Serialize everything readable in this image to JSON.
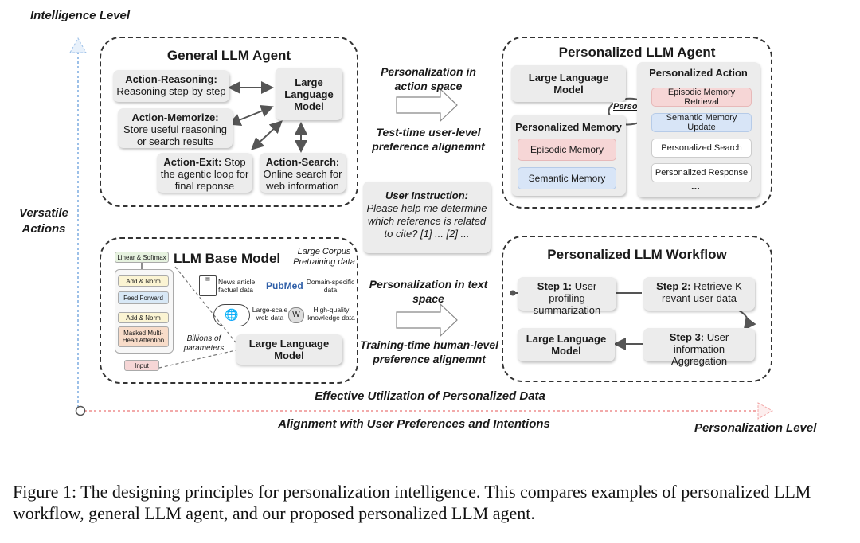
{
  "axes": {
    "y_label": "Intelligence Level",
    "x_label": "Personalization Level",
    "versatile": [
      "Versatile",
      "Actions"
    ],
    "bottom_line1": "Effective Utilization of Personalized Data",
    "bottom_line2": "Alignment with User Preferences and Intentions"
  },
  "general_agent": {
    "title": "General LLM Agent",
    "llm": "Large Language Model",
    "reasoning": {
      "name": "Action-Reasoning:",
      "desc": "Reasoning step-by-step"
    },
    "memorize": {
      "name": "Action-Memorize:",
      "desc": "Store useful reasoning or search results"
    },
    "exit": {
      "name": "Action-Exit:",
      "desc": "Stop the agentic loop for final reponse"
    },
    "search": {
      "name": "Action-Search:",
      "desc": "Online search for web information"
    }
  },
  "personalized_agent": {
    "title": "Personalized LLM Agent",
    "llm": "Large Language Model",
    "persona": "Persona",
    "memory_title": "Personalized Memory",
    "episodic": "Episodic Memory",
    "semantic": "Semantic Memory",
    "action_title": "Personalized Action",
    "actions": [
      "Episodic Memory Retrieval",
      "Semantic Memory Update",
      "Personalized Search",
      "Personalized Response",
      "..."
    ]
  },
  "middle": {
    "top_line1": "Personalization in action space",
    "top_line2": "Test-time user-level preference alignemnt",
    "instruction_title": "User Instruction:",
    "instruction_body": "Please help me determine which reference is related to cite? [1] ... [2] ...",
    "bottom_line1": "Personalization in text space",
    "bottom_line2": "Training-time human-level preference alignemnt"
  },
  "base_model": {
    "title": "LLM Base Model",
    "corpus": "Large Corpus Pretraining data",
    "transformer": [
      "Linear & Softmax",
      "Add & Norm",
      "Feed Forward",
      "Add & Norm",
      "Masked Multi-Head Attention",
      "Input"
    ],
    "news": "News article factual data",
    "pubmed_logo": "PubMed",
    "domain": "Domain-specific data",
    "web": "Large-scale web data",
    "knowledge": "High-quality knowledge data",
    "billions": "Billions of parameters",
    "llm": "Large Language Model"
  },
  "workflow": {
    "title": "Personalized LLM Workflow",
    "step1": {
      "name": "Step 1:",
      "desc": "User profiling summarization"
    },
    "step2": {
      "name": "Step 2:",
      "desc": "Retrieve K revant user data"
    },
    "step3": {
      "name": "Step 3:",
      "desc": "User information Aggregation"
    },
    "llm": "Large Language Model"
  },
  "caption": "Figure 1: The designing principles for personalization intelligence. This compares examples of personalized LLM workflow, general LLM agent, and our proposed personalized LLM agent.",
  "colors": {
    "episodic": "#f6d6d6",
    "semantic": "#d8e5f7",
    "axis": "#9cc0e8",
    "axis_x": "#f2aaaa"
  }
}
